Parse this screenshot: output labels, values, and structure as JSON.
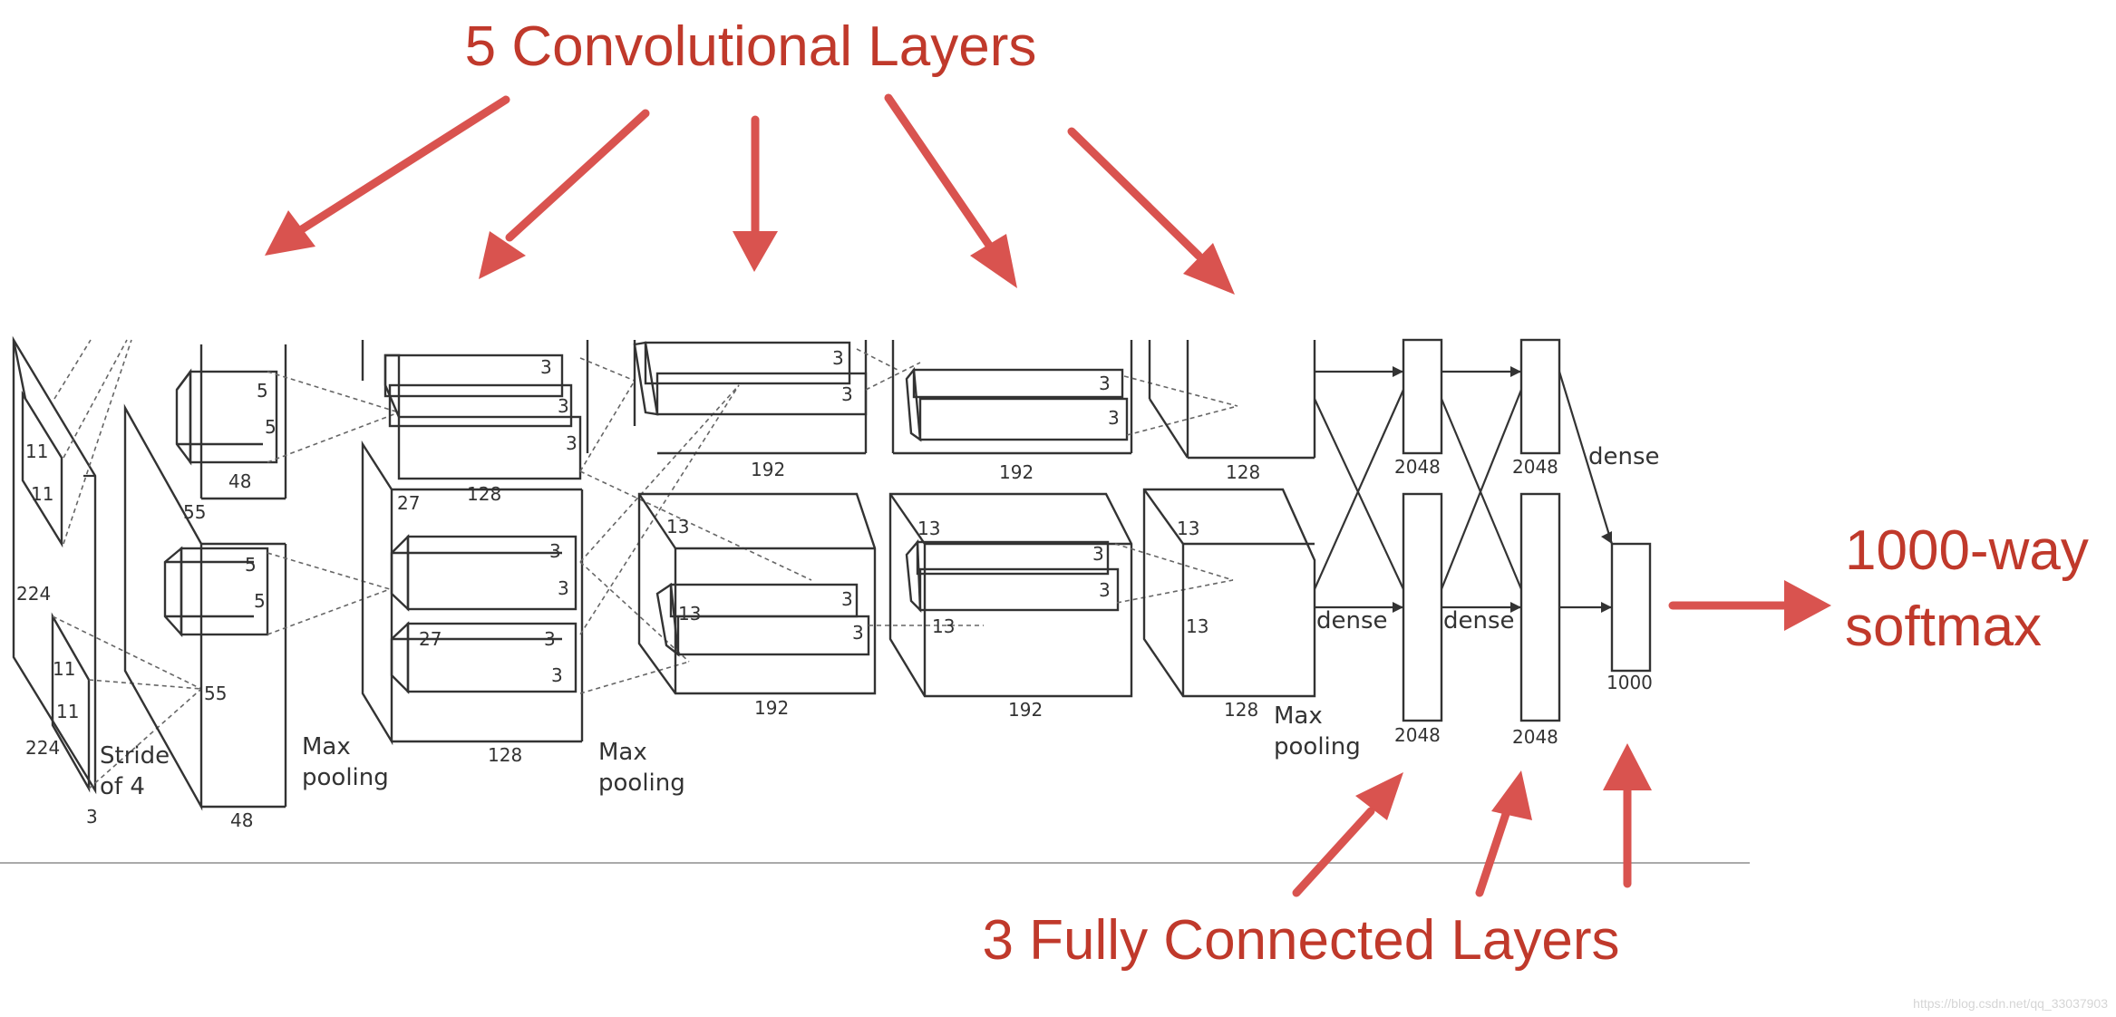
{
  "annotations": {
    "conv_title": "5 Convolutional Layers",
    "fc_title": "3 Fully Connected Layers",
    "softmax_line1": "1000-way",
    "softmax_line2": "softmax",
    "watermark": "https://blog.csdn.net/qq_33037903"
  },
  "labels": {
    "input_11a": "11",
    "input_11b": "11",
    "input_224a": "224",
    "input_11c": "11",
    "input_11d": "11",
    "input_224b": "224",
    "stride_1": "Stride",
    "stride_2": "of 4",
    "input_3": "3",
    "c1_5a": "5",
    "c1_5b": "5",
    "c1_48a": "48",
    "c1_55a": "55",
    "c1_5c": "5",
    "c1_5d": "5",
    "c1_55b": "55",
    "c1_48b": "48",
    "pool1_1": "Max",
    "pool1_2": "pooling",
    "c2_3a": "3",
    "c2_3b": "3",
    "c2_3c": "3",
    "c2_128a": "128",
    "c2_27a": "27",
    "c2_3d": "3",
    "c2_3e": "3",
    "c2_27b": "27",
    "c2_3f": "3",
    "c2_3g": "3",
    "c2_128b": "128",
    "pool2_1": "Max",
    "pool2_2": "pooling",
    "c3_3a": "3",
    "c3_3b": "3",
    "c3_192a": "192",
    "c3_13a": "13",
    "c3_3c": "3",
    "c3_13b": "13",
    "c3_3d": "3",
    "c3_192b": "192",
    "c4_3a": "3",
    "c4_3b": "3",
    "c4_192a": "192",
    "c4_13a": "13",
    "c4_3c": "3",
    "c4_3d": "3",
    "c4_13b": "13",
    "c4_192b": "192",
    "c5_128a": "128",
    "c5_13a": "13",
    "c5_13b": "13",
    "c5_128b": "128",
    "pool3_1": "Max",
    "pool3_2": "pooling",
    "fc1_top": "2048",
    "fc1_bot": "2048",
    "fc2_top": "2048",
    "fc2_bot": "2048",
    "dense_a": "dense",
    "dense_b": "dense",
    "dense_c": "dense",
    "out_1000": "1000"
  },
  "colors": {
    "annotation": "#c0392b",
    "arrow": "#d9534f",
    "line": "#333333"
  }
}
